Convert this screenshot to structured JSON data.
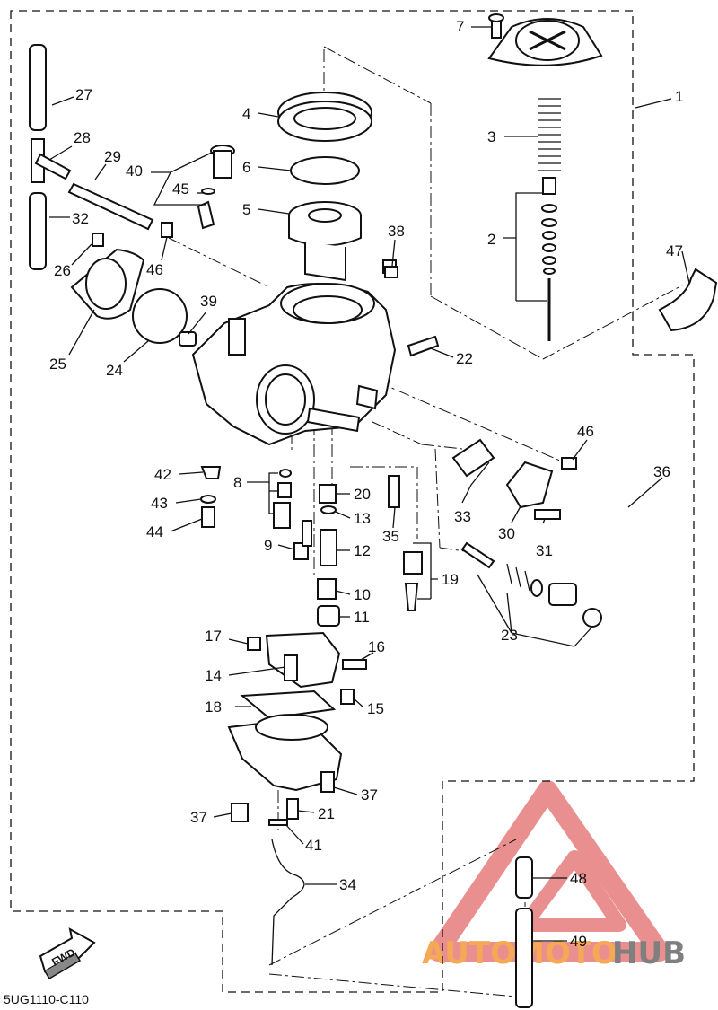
{
  "diagram_code": "5UG1110-C110",
  "fwd_label": "FWD",
  "watermark": {
    "text_auto": "AUTO",
    "text_moto": "MOTO",
    "text_hub": "HUB",
    "color_accent": "#f28c1e",
    "color_dark": "#555555",
    "color_logo": "#e36a6a"
  },
  "callouts": [
    {
      "id": "p1",
      "text": "1"
    },
    {
      "id": "p2",
      "text": "2"
    },
    {
      "id": "p3",
      "text": "3"
    },
    {
      "id": "p4",
      "text": "4"
    },
    {
      "id": "p5",
      "text": "5"
    },
    {
      "id": "p6",
      "text": "6"
    },
    {
      "id": "p7",
      "text": "7"
    },
    {
      "id": "p8",
      "text": "8"
    },
    {
      "id": "p9",
      "text": "9"
    },
    {
      "id": "p10",
      "text": "10"
    },
    {
      "id": "p11",
      "text": "11"
    },
    {
      "id": "p12",
      "text": "12"
    },
    {
      "id": "p13",
      "text": "13"
    },
    {
      "id": "p14",
      "text": "14"
    },
    {
      "id": "p15",
      "text": "15"
    },
    {
      "id": "p16",
      "text": "16"
    },
    {
      "id": "p17",
      "text": "17"
    },
    {
      "id": "p18",
      "text": "18"
    },
    {
      "id": "p19",
      "text": "19"
    },
    {
      "id": "p20",
      "text": "20"
    },
    {
      "id": "p21",
      "text": "21"
    },
    {
      "id": "p22",
      "text": "22"
    },
    {
      "id": "p23",
      "text": "23"
    },
    {
      "id": "p24",
      "text": "24"
    },
    {
      "id": "p25",
      "text": "25"
    },
    {
      "id": "p26",
      "text": "26"
    },
    {
      "id": "p27",
      "text": "27"
    },
    {
      "id": "p28",
      "text": "28"
    },
    {
      "id": "p29",
      "text": "29"
    },
    {
      "id": "p30",
      "text": "30"
    },
    {
      "id": "p31",
      "text": "31"
    },
    {
      "id": "p32",
      "text": "32"
    },
    {
      "id": "p33",
      "text": "33"
    },
    {
      "id": "p34",
      "text": "34"
    },
    {
      "id": "p35",
      "text": "35"
    },
    {
      "id": "p36",
      "text": "36"
    },
    {
      "id": "p37a",
      "text": "37"
    },
    {
      "id": "p37b",
      "text": "37"
    },
    {
      "id": "p38",
      "text": "38"
    },
    {
      "id": "p39",
      "text": "39"
    },
    {
      "id": "p40",
      "text": "40"
    },
    {
      "id": "p41",
      "text": "41"
    },
    {
      "id": "p42",
      "text": "42"
    },
    {
      "id": "p43",
      "text": "43"
    },
    {
      "id": "p44",
      "text": "44"
    },
    {
      "id": "p45",
      "text": "45"
    },
    {
      "id": "p46a",
      "text": "46"
    },
    {
      "id": "p46b",
      "text": "46"
    },
    {
      "id": "p47",
      "text": "47"
    },
    {
      "id": "p48",
      "text": "48"
    },
    {
      "id": "p49",
      "text": "49"
    }
  ]
}
